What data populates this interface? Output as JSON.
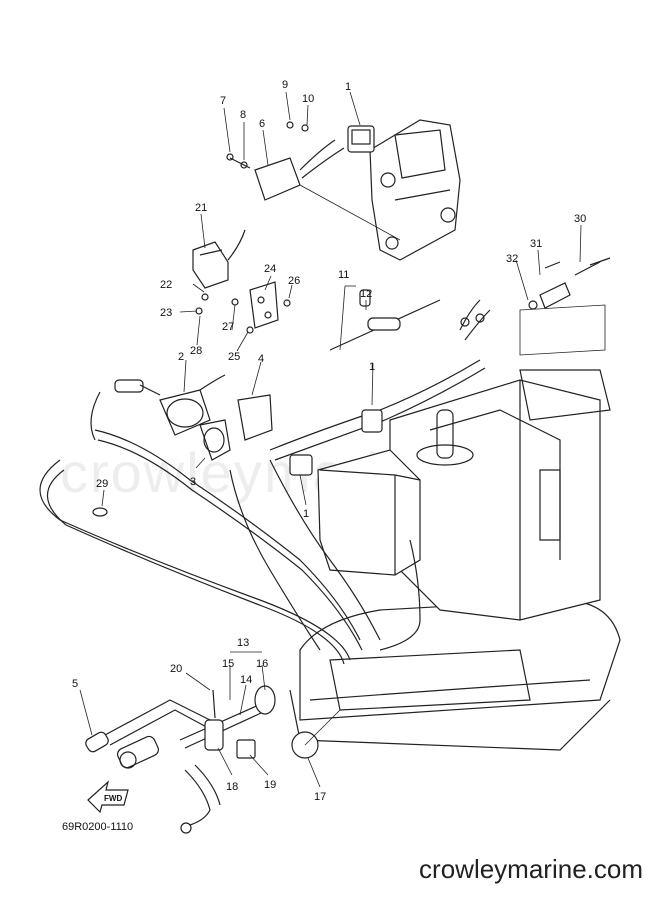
{
  "watermark": "crowleymarine",
  "drawing_number": "69R0200-1110",
  "site": "crowleymarine.com",
  "fwd_label": "FWD",
  "callouts": [
    {
      "id": "c1a",
      "label": "1"
    },
    {
      "id": "c1b",
      "label": "1"
    },
    {
      "id": "c1c",
      "label": "1"
    },
    {
      "id": "c2",
      "label": "2"
    },
    {
      "id": "c3",
      "label": "3"
    },
    {
      "id": "c4",
      "label": "4"
    },
    {
      "id": "c5",
      "label": "5"
    },
    {
      "id": "c6",
      "label": "6"
    },
    {
      "id": "c7",
      "label": "7"
    },
    {
      "id": "c8",
      "label": "8"
    },
    {
      "id": "c9",
      "label": "9"
    },
    {
      "id": "c10",
      "label": "10"
    },
    {
      "id": "c11",
      "label": "11"
    },
    {
      "id": "c12",
      "label": "12"
    },
    {
      "id": "c13",
      "label": "13"
    },
    {
      "id": "c14",
      "label": "14"
    },
    {
      "id": "c15",
      "label": "15"
    },
    {
      "id": "c16",
      "label": "16"
    },
    {
      "id": "c17",
      "label": "17"
    },
    {
      "id": "c18",
      "label": "18"
    },
    {
      "id": "c19",
      "label": "19"
    },
    {
      "id": "c20",
      "label": "20"
    },
    {
      "id": "c21",
      "label": "21"
    },
    {
      "id": "c22",
      "label": "22"
    },
    {
      "id": "c23",
      "label": "23"
    },
    {
      "id": "c24",
      "label": "24"
    },
    {
      "id": "c25",
      "label": "25"
    },
    {
      "id": "c26",
      "label": "26"
    },
    {
      "id": "c27",
      "label": "27"
    },
    {
      "id": "c28",
      "label": "28"
    },
    {
      "id": "c29",
      "label": "29"
    },
    {
      "id": "c30",
      "label": "30"
    },
    {
      "id": "c31",
      "label": "31"
    },
    {
      "id": "c32",
      "label": "32"
    }
  ]
}
